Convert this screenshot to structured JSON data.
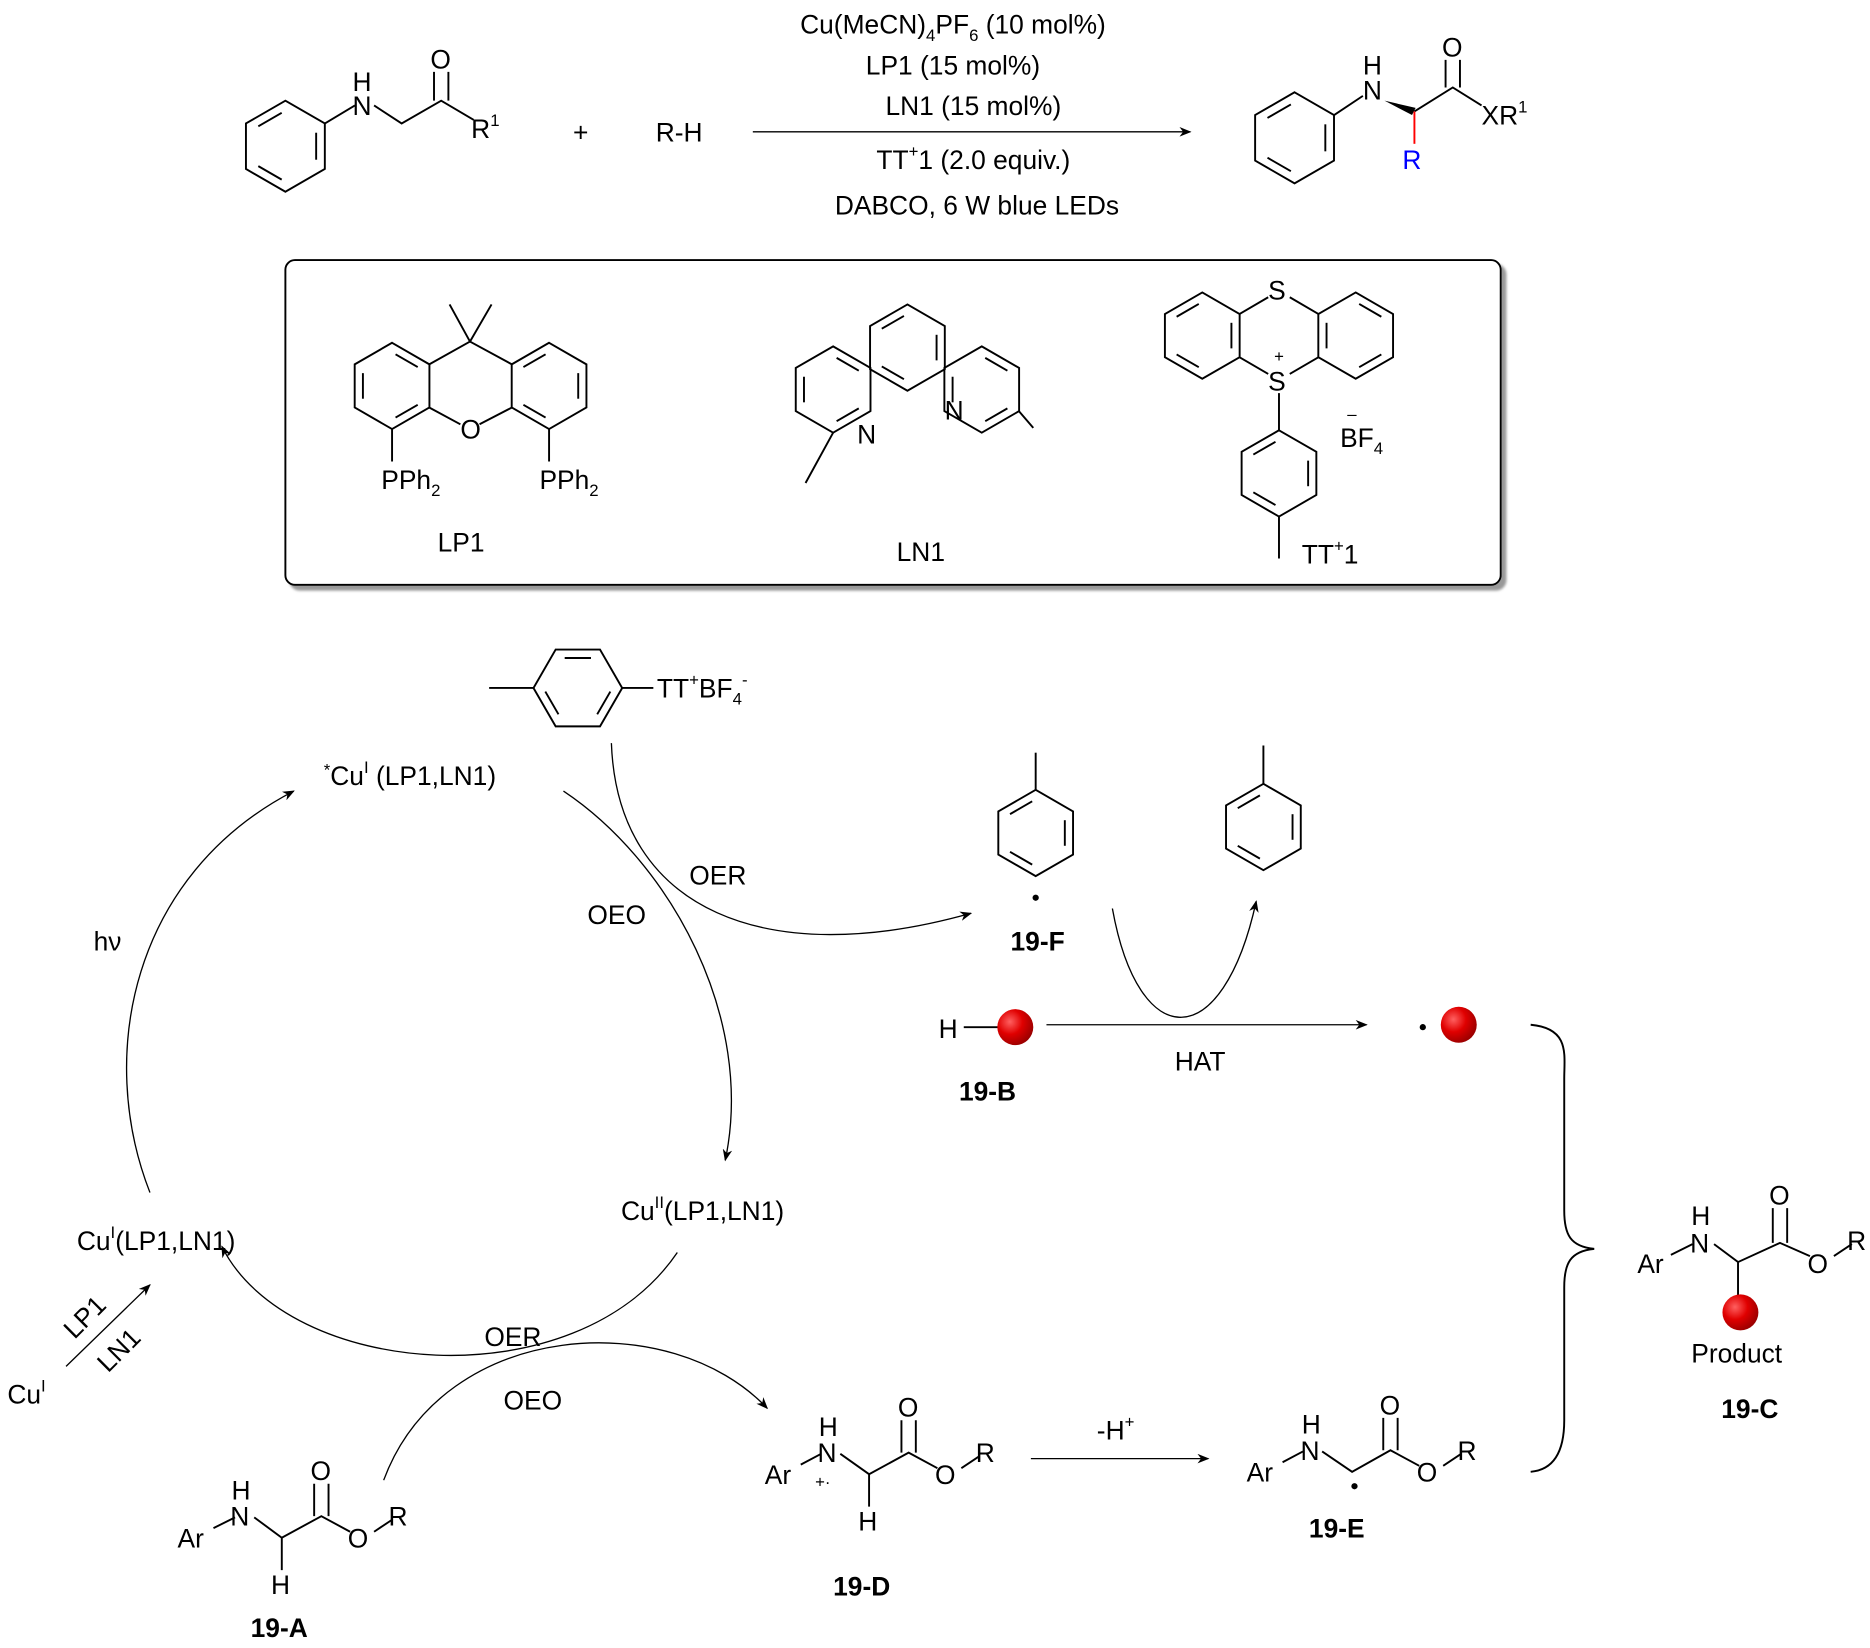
{
  "scheme": {
    "reactant": {
      "nh_h": "H",
      "nh_n": "N",
      "o": "O",
      "r": "R",
      "r_sup": "1"
    },
    "plus": "+",
    "rh": "R-H",
    "conditions": {
      "line1_a": "Cu(MeCN)",
      "line1_sub1": "4",
      "line1_b": "PF",
      "line1_sub2": "6",
      "line1_c": " (10 mol%)",
      "line2": "LP1 (15 mol%)",
      "line3": "LN1 (15 mol%)",
      "line4_a": "TT",
      "line4_sup": "+",
      "line4_b": "1 (2.0 equiv.)",
      "line5": "DABCO, 6 W blue LEDs"
    },
    "product": {
      "h": "H",
      "n": "N",
      "o": "O",
      "xr": "XR",
      "xr_sup": "1",
      "r": "R"
    },
    "colors": {
      "r_label": "#0000ff",
      "r_bond": "#ff0000",
      "ball": "#e00000"
    }
  },
  "box": {
    "lp1": {
      "o": "O",
      "pph2_a": "PPh",
      "pph2_sub": "2",
      "label": "LP1"
    },
    "ln1": {
      "n": "N",
      "label": "LN1"
    },
    "tt1": {
      "s": "S",
      "plus": "+",
      "minus": "–",
      "bf": "BF",
      "bf_sub": "4",
      "label_a": "TT",
      "label_sup": "+",
      "label_b": "1"
    }
  },
  "cycle": {
    "tt_reagent_a": "TT",
    "tt_reagent_sup1": "+",
    "tt_reagent_b": "BF",
    "tt_reagent_sub": "4",
    "tt_reagent_sup2": "-",
    "cu_excited_star": "*",
    "cu_excited_a": "Cu",
    "cu_excited_sup": "I",
    "cu_excited_b": " (LP1,LN1)",
    "cu2_a": "Cu",
    "cu2_sup": "II",
    "cu2_b": "(LP1,LN1)",
    "cu1_a": "Cu",
    "cu1_sup": "I",
    "cu1_b": "(LP1,LN1)",
    "cu_free_a": "Cu",
    "cu_free_sup": "I",
    "lp1": "LP1",
    "ln1": "LN1",
    "hv": "hν",
    "oer_top": "OER",
    "oeo_top": "OEO",
    "oer_bottom": "OER",
    "oeo_bottom": "OEO",
    "f_label": "19-F",
    "b_h": "H",
    "b_label": "19-B",
    "hat": "HAT",
    "deprot_a": "-H",
    "deprot_sup": "+",
    "a": {
      "ar": "Ar",
      "n": "N",
      "h": "H",
      "ch": "H",
      "o1": "O",
      "o2": "O",
      "r": "R",
      "label": "19-A"
    },
    "d": {
      "ar": "Ar",
      "n": "N",
      "h": "H",
      "rc": "+·",
      "ch": "H",
      "o1": "O",
      "o2": "O",
      "r": "R",
      "label": "19-D"
    },
    "e": {
      "ar": "Ar",
      "n": "N",
      "h": "H",
      "o1": "O",
      "o2": "O",
      "r": "R",
      "label": "19-E"
    },
    "c": {
      "ar": "Ar",
      "n": "N",
      "h": "H",
      "o1": "O",
      "o2": "O",
      "r": "R",
      "product": "Product",
      "label": "19-C"
    }
  }
}
